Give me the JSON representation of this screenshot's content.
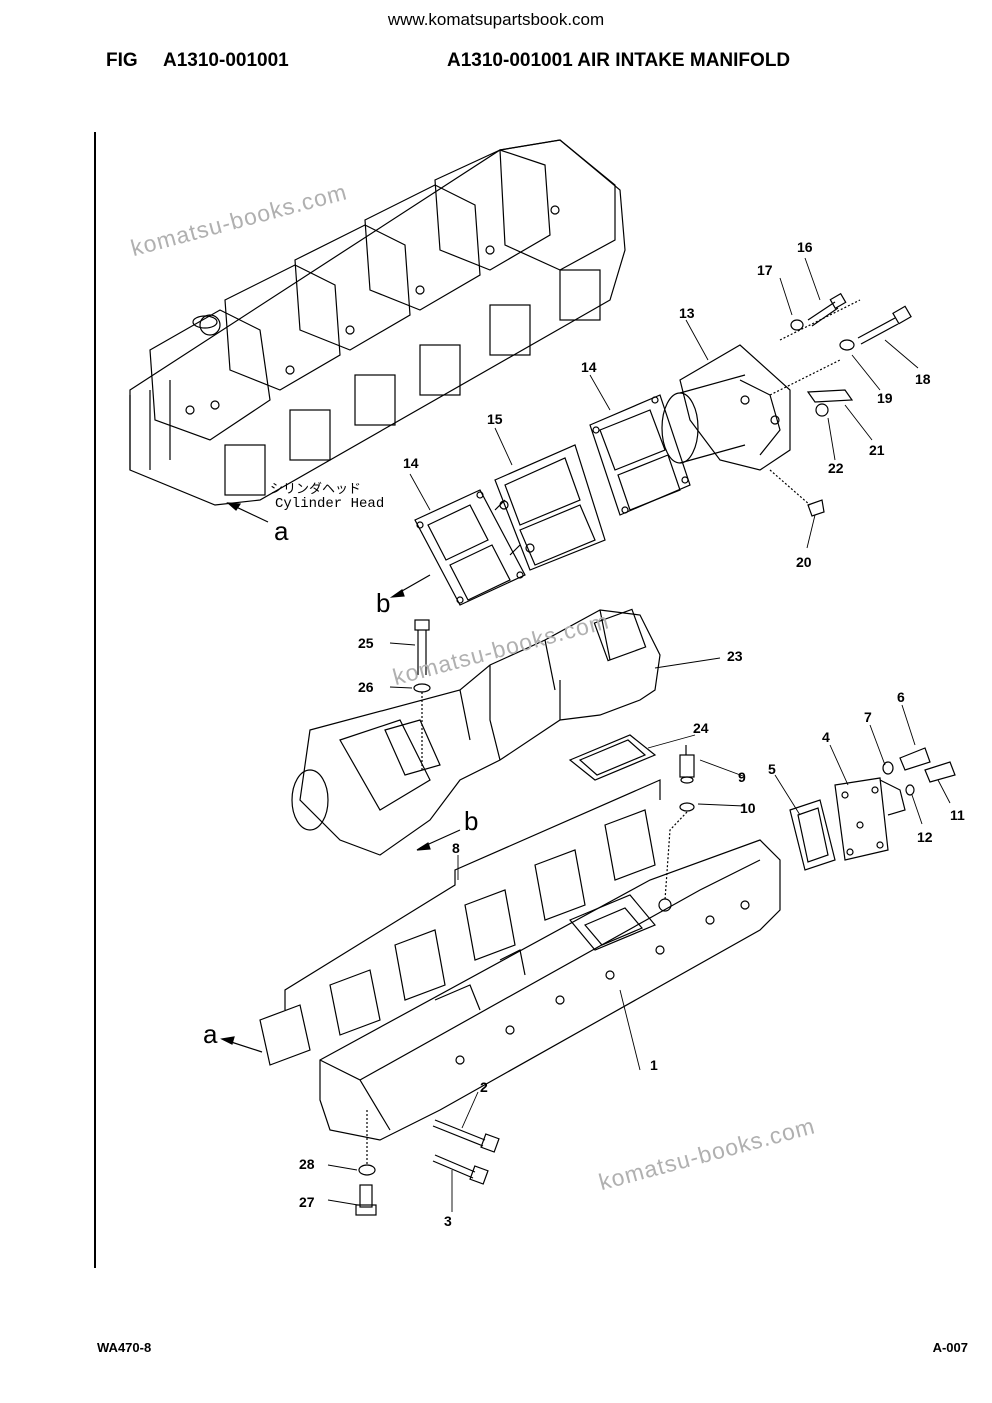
{
  "header": {
    "site": "www.komatsupartsbook.com",
    "fig_label": "FIG",
    "fig_code": "A1310-001001",
    "title": "A1310-001001 AIR INTAKE MANIFOLD"
  },
  "watermarks": [
    "komatsu-books.com",
    "komatsu-books.com",
    "komatsu-books.com"
  ],
  "diagram": {
    "jp_label": "シリンダヘッド",
    "en_label": "Cylinder Head",
    "view_markers": [
      "a",
      "b",
      "b",
      "a"
    ],
    "callouts": [
      "1",
      "2",
      "3",
      "4",
      "5",
      "6",
      "7",
      "8",
      "9",
      "10",
      "11",
      "12",
      "13",
      "14",
      "14",
      "15",
      "16",
      "17",
      "18",
      "19",
      "20",
      "21",
      "22",
      "23",
      "24",
      "25",
      "26",
      "27",
      "28"
    ]
  },
  "footer": {
    "model": "WA470-8",
    "page": "A-007"
  }
}
